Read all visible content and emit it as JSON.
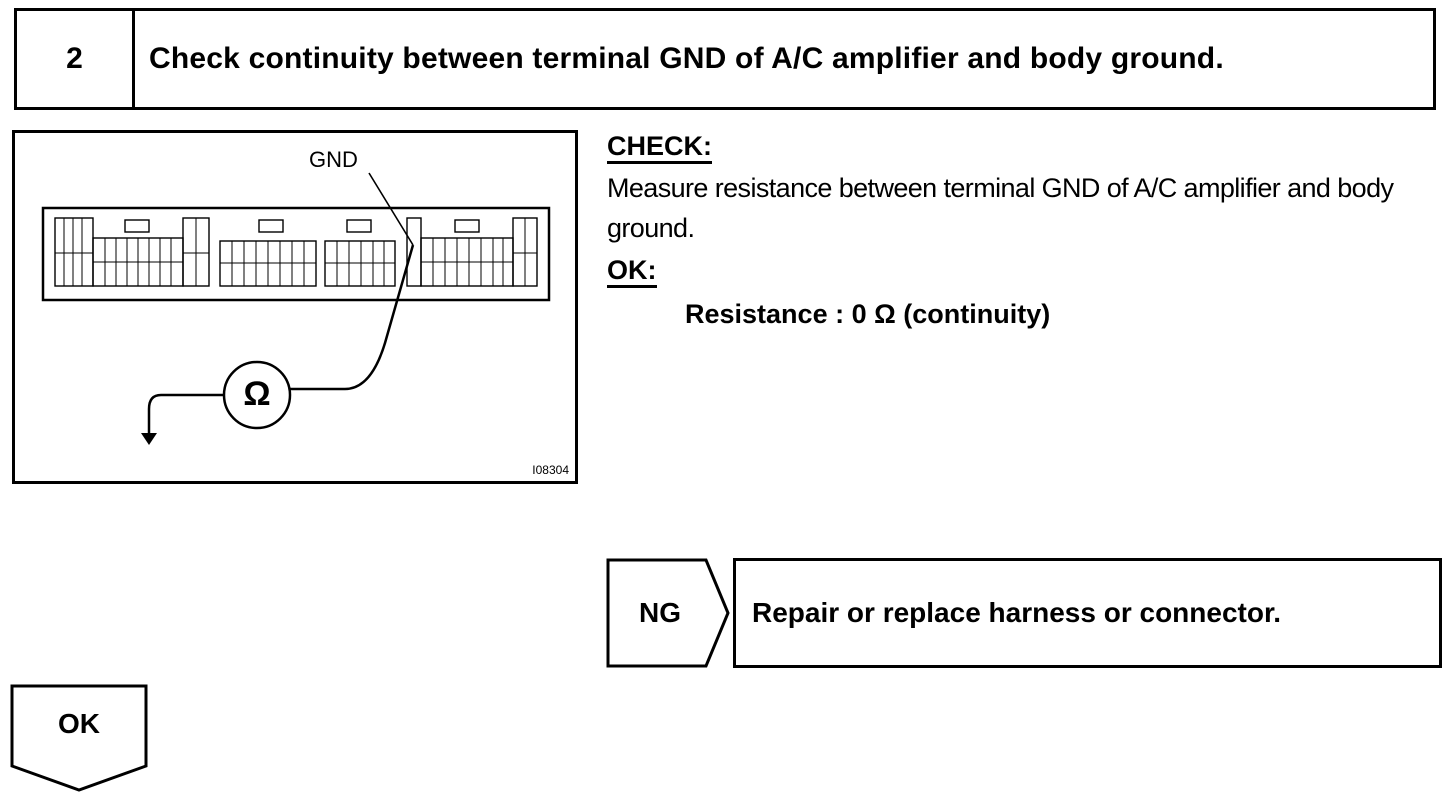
{
  "step": {
    "number": "2",
    "title": "Check continuity between terminal GND of A/C amplifier and body ground."
  },
  "figure": {
    "terminal_label": "GND",
    "figure_id": "I08304",
    "meter_symbol": "Ω"
  },
  "check": {
    "heading": "CHECK:",
    "text": "Measure resistance between terminal GND of A/C amplifier and body ground."
  },
  "ok": {
    "heading": "OK:",
    "spec": "Resistance : 0 Ω (continuity)"
  },
  "ng_branch": {
    "label": "NG",
    "result": "Repair or replace harness or connector."
  },
  "ok_branch": {
    "label": "OK"
  }
}
